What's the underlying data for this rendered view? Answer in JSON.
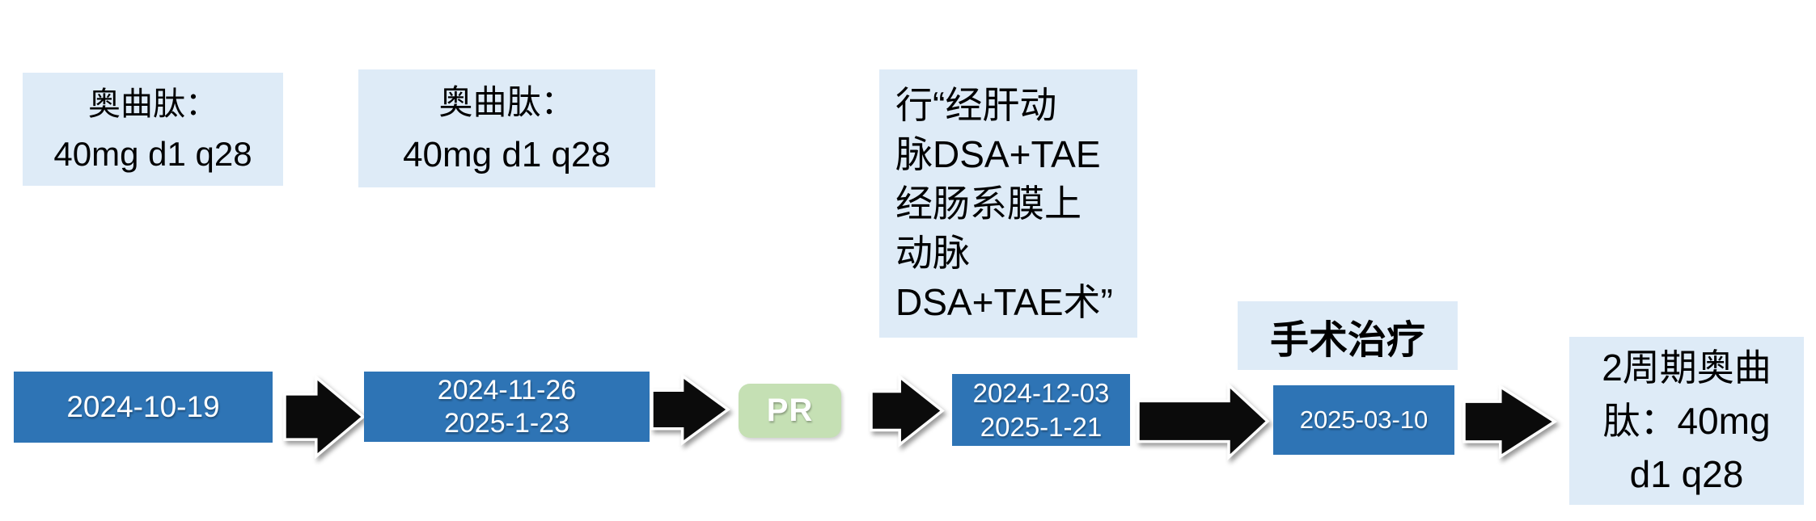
{
  "diagram": {
    "title_hint": "treatment-timeline",
    "background": "#ffffff",
    "colors": {
      "date_box_blue": "#2E74B5",
      "info_box_light_blue": "#DEEBF7",
      "status_box_green": "#C5E0B4",
      "arrow_black": "#0b0b0b",
      "date_text": "#ffffff",
      "info_text": "#000000"
    },
    "info_boxes": {
      "octreotide_1": {
        "label": "奥曲肽：",
        "dose": "40mg d1 q28"
      },
      "octreotide_2": {
        "label": "奥曲肽：",
        "dose": "40mg d1 q28"
      },
      "dsa_tae": {
        "text": "行“经肝动\n脉DSA+TAE\n经肠系膜上\n动脉\nDSA+TAE术”"
      },
      "surgery": {
        "label": "手术治疗"
      }
    },
    "timeline": {
      "node1": {
        "date": "2024-10-19"
      },
      "node2": {
        "dates": "2024-11-26\n2025-1-23"
      },
      "node3": {
        "status": "PR"
      },
      "node4": {
        "dates": "2024-12-03\n2025-1-21"
      },
      "node5": {
        "date": "2025-03-10"
      },
      "node6": {
        "text": "2周期奥曲\n肽：40mg\nd1 q28"
      }
    }
  }
}
